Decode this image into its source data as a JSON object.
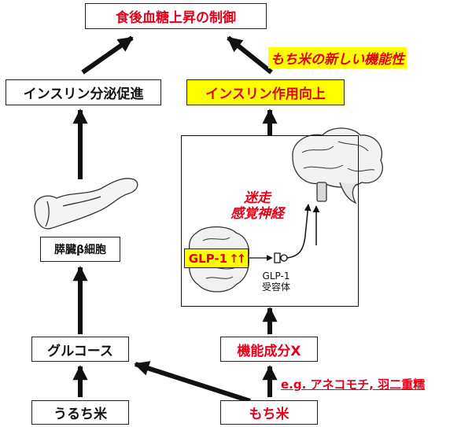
{
  "top_goal": "食後血糖上昇の制御",
  "new_function_note": "もち米の新しい機能性",
  "left_path": {
    "insulin_secretion": "インスリン分泌促進",
    "beta_cells": "膵臓β細胞",
    "glucose": "グルコース",
    "uruchi_rice": "うるち米"
  },
  "right_path": {
    "insulin_action": "インスリン作用向上",
    "vagus_line1": "迷走",
    "vagus_line2": "感覚神経",
    "glp1_badge": "GLP-1",
    "glp1_receptor_line1": "GLP-1",
    "glp1_receptor_line2": "受容体",
    "functional_component": "機能成分X",
    "mochi_rice": "もち米",
    "example_note": "e.g. アネコモチ, 羽二重糯"
  },
  "colors": {
    "accent_red": "#e3001b",
    "highlight_yellow": "#ffff00",
    "arrow_black": "#111111"
  },
  "icons": [
    "pancreas-icon",
    "brain-icon",
    "intestine-icon",
    "up-arrows-icon"
  ]
}
